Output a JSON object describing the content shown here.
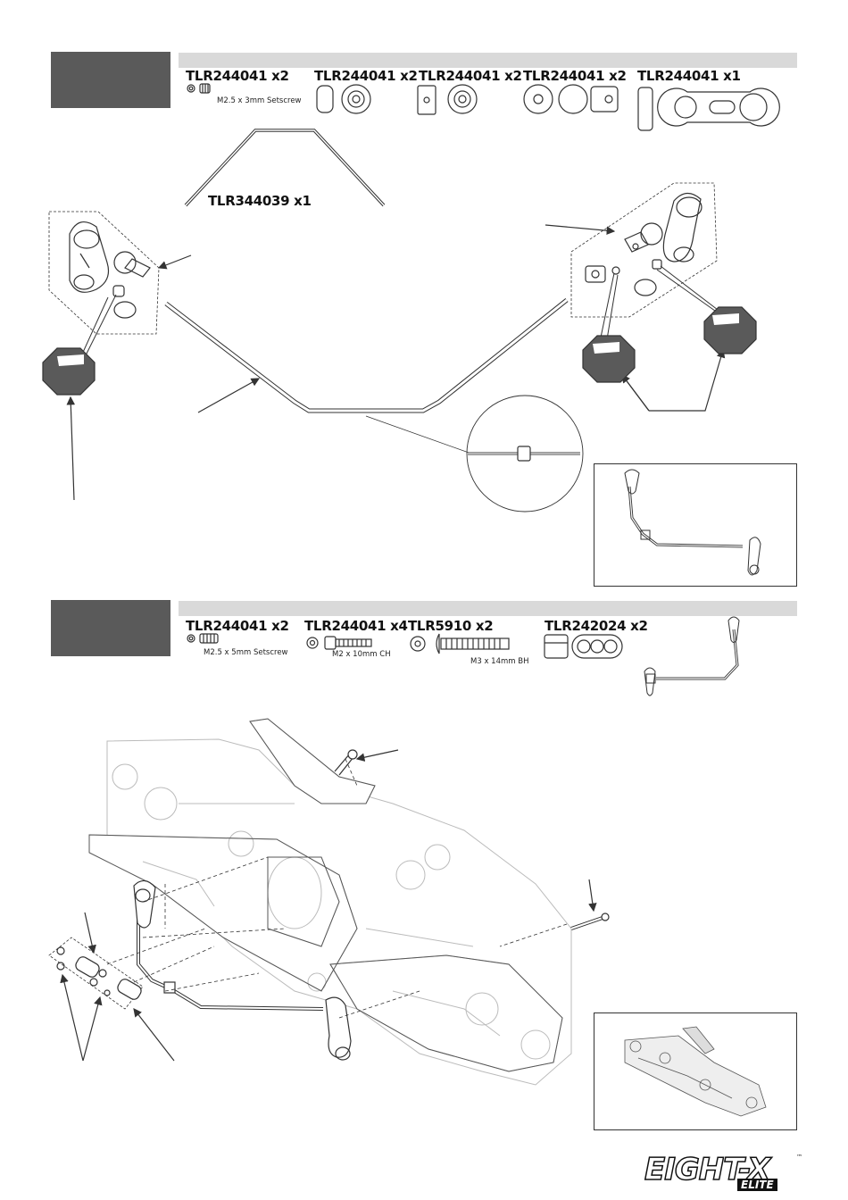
{
  "step1": {
    "parts": [
      {
        "code": "TLR244041 x2",
        "note": "M2.5 x 3mm Setscrew"
      },
      {
        "code": "TLR244041 x2",
        "note": ""
      },
      {
        "code": "TLR244041 x2",
        "note": ""
      },
      {
        "code": "TLR244041 x2",
        "note": ""
      },
      {
        "code": "TLR244041 x1",
        "note": ""
      }
    ],
    "bar_label": "TLR344039 x1"
  },
  "step2": {
    "parts": [
      {
        "code": "TLR244041 x2",
        "note": "M2.5 x 5mm Setscrew"
      },
      {
        "code": "TLR244041 x4",
        "note": "M2 x 10mm CH"
      },
      {
        "code": "TLR5910 x2",
        "note": "M3 x 14mm BH"
      },
      {
        "code": "TLR242024 x2",
        "note": ""
      }
    ]
  },
  "logo": {
    "main": "EIGHT-X",
    "sub": "ELITE",
    "tm": "™"
  },
  "colors": {
    "step_box": "#5a5a5a",
    "step_bar": "#d9d9d9",
    "line": "#333333"
  }
}
